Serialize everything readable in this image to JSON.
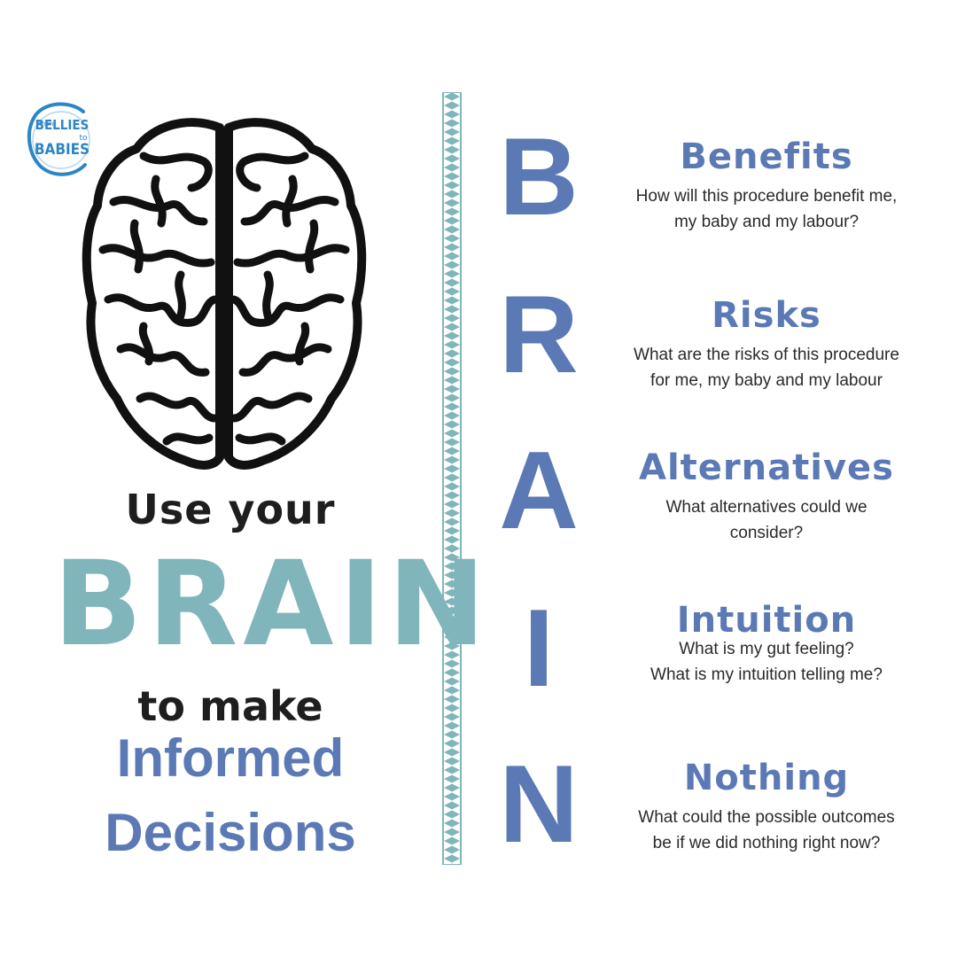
{
  "logo": {
    "line1": "from",
    "line2": "BELLIES",
    "line3": "to",
    "line4": "BABIES",
    "color": "#2b86c5"
  },
  "slogan": {
    "use_your": "Use your",
    "brain": "BRAIN",
    "to_make": "to make",
    "informed": "Informed",
    "decisions": "Decisions"
  },
  "acronym": {
    "letters": [
      "B",
      "R",
      "A",
      "I",
      "N"
    ],
    "items": [
      {
        "title": "Benefits",
        "desc_line1": "How will this procedure benefit me,",
        "desc_line2": "my baby and my labour?"
      },
      {
        "title": "Risks",
        "desc_line1": "What are the risks of this procedure",
        "desc_line2": "for me, my baby and my labour"
      },
      {
        "title": "Alternatives",
        "desc_line1": "What alternatives could we",
        "desc_line2": "consider?"
      },
      {
        "title": "Intuition",
        "desc_line1": "What is my gut feeling?",
        "desc_line2": "What is my intuition telling me?"
      },
      {
        "title": "Nothing",
        "desc_line1": "What could the possible outcomes",
        "desc_line2": "be if we did nothing right now?"
      }
    ]
  },
  "colors": {
    "accent_blue": "#5b79b5",
    "accent_teal": "#7fb5bb",
    "text_dark": "#1e1e1e"
  }
}
